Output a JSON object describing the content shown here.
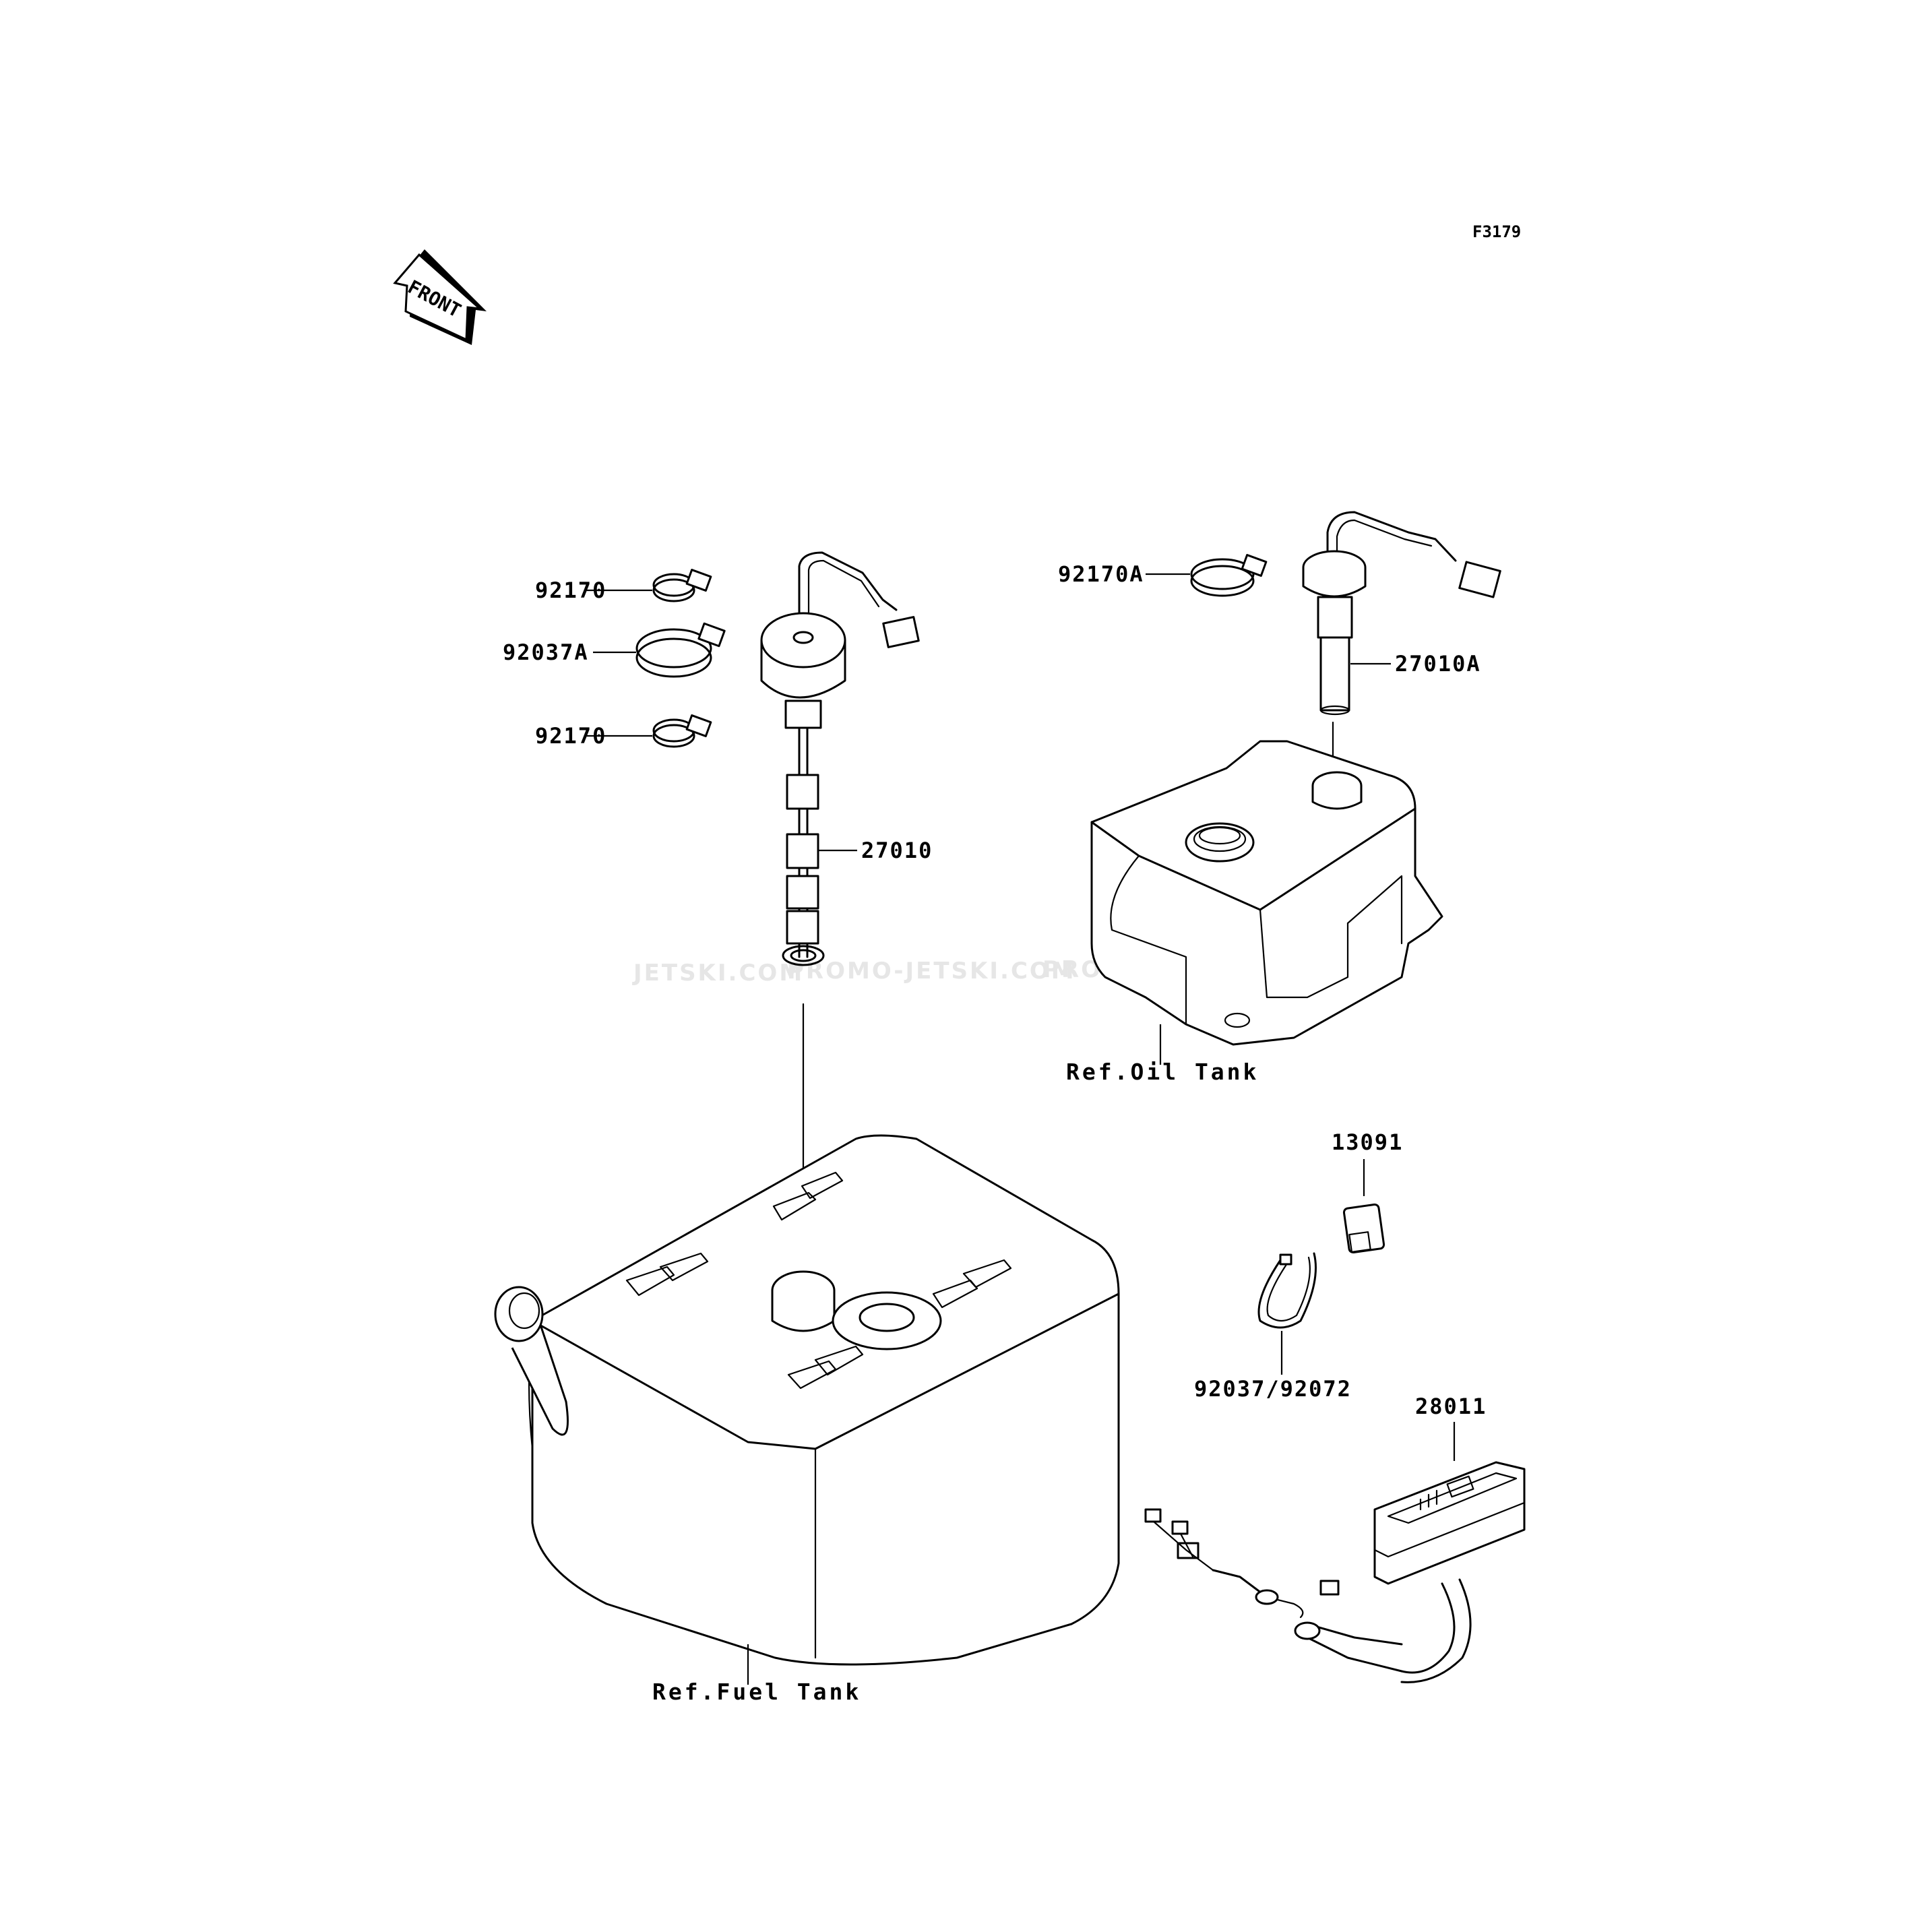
{
  "figure_code": "F3179",
  "front_arrow": {
    "text": "FRONT"
  },
  "watermarks": [
    "JETSKI.COM",
    "PROMO-JETSKI.COM",
    "PROMO-JETSKI.COM"
  ],
  "parts": {
    "clamp_small_top": "92170",
    "clamp_large": "92037A",
    "clamp_small_bottom": "92170",
    "fuel_gauge_sender": "27010",
    "oil_clamp": "92170A",
    "oil_level_sender": "27010A",
    "fuse_holder": "13091",
    "band": "92037/92072",
    "meter": "28011"
  },
  "references": {
    "oil_tank": "Ref.Oil Tank",
    "fuel_tank": "Ref.Fuel Tank"
  }
}
